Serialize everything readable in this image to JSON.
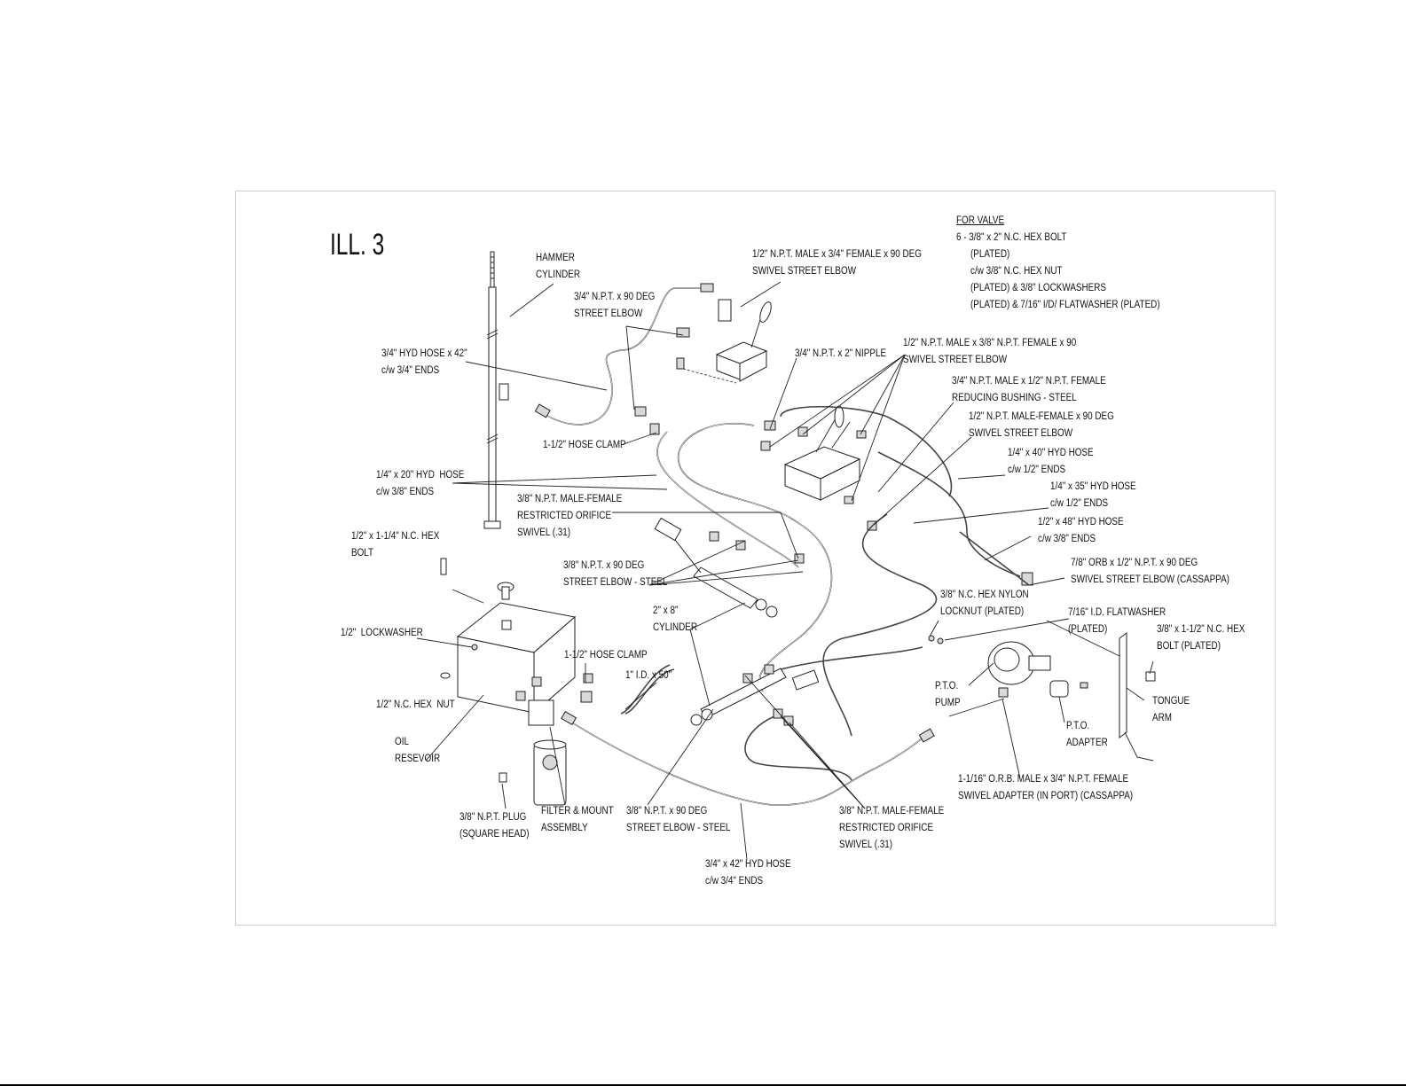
{
  "title": "ILL. 3",
  "valve_note": {
    "heading": "FOR VALVE",
    "lines": [
      "6 - 3/8\" x 2\" N.C. HEX BOLT",
      "(PLATED)",
      "c/w 3/8\" N.C. HEX NUT",
      "(PLATED) & 3/8\" LOCKWASHERS",
      "(PLATED) & 7/16\" I/D/ FLATWASHER (PLATED)"
    ]
  },
  "labels": {
    "hammer_cylinder": "HAMMER\nCYLINDER",
    "street_elbow_34": "3/4\" N.P.T. x 90 DEG\nSTREET ELBOW",
    "swivel_elbow_12_34": "1/2\" N.P.T. MALE x 3/4\" FEMALE x 90 DEG\nSWIVEL STREET ELBOW",
    "hyd_hose_34_top": "3/4\" HYD HOSE x 42\"\nc/w 3/4\" ENDS",
    "nipple_34": "3/4\" N.P.T. x 2\" NIPPLE",
    "swivel_elbow_12_38": "1/2\" N.P.T. MALE x 3/8\" N.P.T. FEMALE x 90\nSWIVEL STREET ELBOW",
    "reducing_bushing": "3/4\" N.P.T. MALE x 1/2\" N.P.T. FEMALE\nREDUCING BUSHING - STEEL",
    "swivel_elbow_mf": "1/2\" N.P.T. MALE-FEMALE x 90 DEG\nSWIVEL STREET ELBOW",
    "hose_clamp_top": "1-1/2\" HOSE CLAMP",
    "hyd_hose_14_40": "1/4\" x 40\" HYD HOSE\nc/w 1/2\" ENDS",
    "hyd_hose_14_20": "1/4\" x 20\" HYD  HOSE\nc/w 3/8\" ENDS",
    "hyd_hose_14_35": "1/4\" x 35\" HYD HOSE\nc/w 1/2\" ENDS",
    "orifice_top": "3/8\" N.P.T. MALE-FEMALE\nRESTRICTED ORIFICE\nSWIVEL (.31)",
    "hyd_hose_12_48": "1/2\" x 48\" HYD HOSE\nc/w 3/8\" ENDS",
    "hex_bolt_12": "1/2\" x 1-1/4\" N.C. HEX\nBOLT",
    "orb_elbow": "7/8\" ORB x 1/2\" N.P.T. x 90 DEG\nSWIVEL STREET ELBOW (CASSAPPA)",
    "elbow_steel_top": "3/8\" N.P.T. x 90 DEG\nSTREET ELBOW - STEEL",
    "locknut": "3/8\" N.C. HEX NYLON\nLOCKNUT (PLATED)",
    "cylinder_2x8": "2\" x 8\"\nCYLINDER",
    "flatwasher": "7/16\" I.D. FLATWASHER\n(PLATED)",
    "hex_bolt_38": "3/8\" x 1-1/2\" N.C. HEX\nBOLT (PLATED)",
    "lockwasher": "1/2\"  LOCKWASHER",
    "hose_clamp_bottom": "1-1/2\" HOSE CLAMP",
    "id_50": "1\" I.D. x 50\"",
    "pto_pump": "P.T.O.\nPUMP",
    "hex_nut": "1/2\" N.C. HEX  NUT",
    "tongue_arm": "TONGUE\nARM",
    "pto_adapter": "P.T.O.\nADAPTER",
    "oil_reservoir": "OIL\nRESEVOIR",
    "swivel_adapter": "1-1/16\" O.R.B. MALE x 3/4\" N.P.T. FEMALE\nSWIVEL ADAPTER (IN PORT) (CASSAPPA)",
    "filter_mount": "FILTER & MOUNT\nASSEMBLY",
    "plug": "3/8\" N.P.T. PLUG\n(SQUARE HEAD)",
    "elbow_steel_bottom": "3/8\" N.P.T. x 90 DEG\nSTREET ELBOW - STEEL",
    "orifice_bottom": "3/8\" N.P.T. MALE-FEMALE\nRESTRICTED ORIFICE\nSWIVEL (.31)",
    "hyd_hose_34_bottom": "3/4\" x 42\" HYD HOSE\nc/w 3/4\" ENDS"
  }
}
